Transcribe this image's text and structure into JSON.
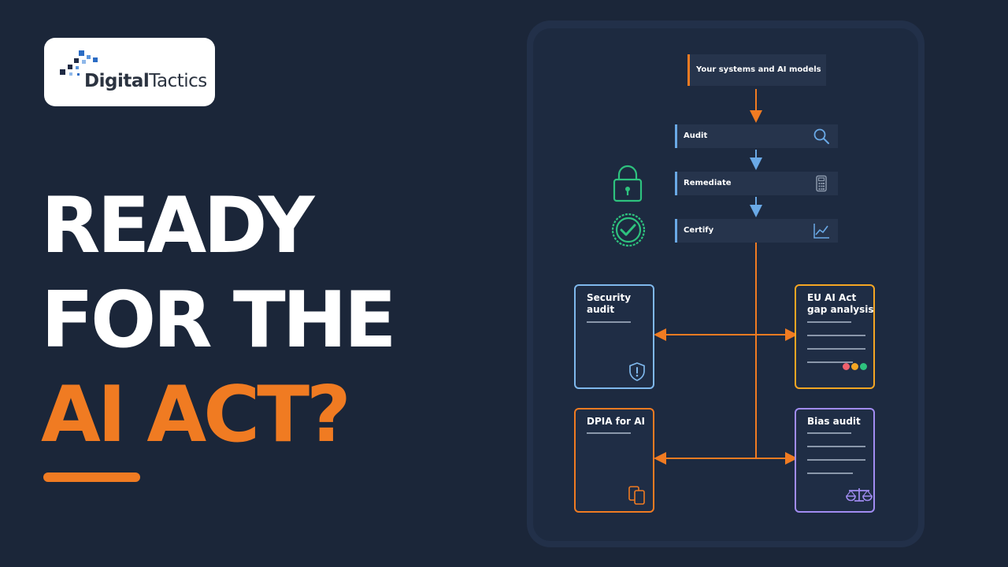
{
  "logo": {
    "brand_bold": "Digital",
    "brand_rest": "Tactics"
  },
  "headline": {
    "line1": "READY",
    "line2": "FOR THE",
    "line3": "AI ACT?"
  },
  "flow": {
    "steps": [
      {
        "label": "Your systems and AI models",
        "icon": ""
      },
      {
        "label": "Audit",
        "icon": "search-icon"
      },
      {
        "label": "Remediate",
        "icon": "calculator-icon"
      },
      {
        "label": "Certify",
        "icon": "line-chart-icon"
      }
    ],
    "side_icons": [
      "lock-icon",
      "check-circle-icon"
    ],
    "cards": [
      {
        "title": "Security audit",
        "icon": "shield-alert-icon",
        "color": "#7fb8ec"
      },
      {
        "title": "EU AI Act gap analysis",
        "icon": "status-dots",
        "color": "#f5a623"
      },
      {
        "title": "DPIA for AI",
        "icon": "documents-icon",
        "color": "#f07b22"
      },
      {
        "title": "Bias audit",
        "icon": "scale-icon",
        "color": "#a18cf2"
      }
    ]
  },
  "colors": {
    "background": "#1b2639",
    "accent_orange": "#f07b22",
    "accent_blue": "#6aa9e6",
    "success_green": "#2ec27e",
    "purple": "#a18cf2"
  }
}
